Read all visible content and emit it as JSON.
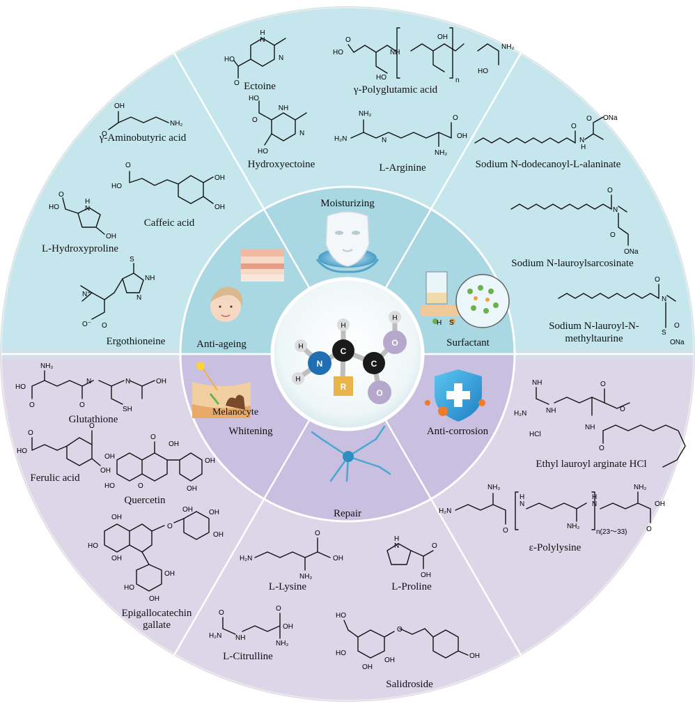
{
  "colors": {
    "top_bg": "#c5e6ec",
    "bottom_bg": "#ddd5e8",
    "inner_top": "#a9d8e2",
    "inner_bottom": "#c9bfe0",
    "divider": "#ffffff",
    "atom_N": "#1f6fb2",
    "atom_C": "#1a1a1a",
    "atom_O": "#b5a8cc",
    "atom_H": "#dcdcdc",
    "atom_R": "#e8b54a"
  },
  "center_atoms": {
    "N": "N",
    "C1": "C",
    "C2": "C",
    "O1": "O",
    "O2": "O",
    "H1": "H",
    "H2": "H",
    "H3": "H",
    "H4": "H",
    "R": "R"
  },
  "functions": {
    "moisturizing": "Moisturizing",
    "surfactant": "Surfactant",
    "anti_corrosion": "Anti-corrosion",
    "repair": "Repair",
    "whitening": "Whitening",
    "anti_ageing": "Anti-ageing",
    "melanocyte": "Melanocyte"
  },
  "compounds": {
    "ectoine": "Ectoine",
    "polyglutamic": "γ-Polyglutamic acid",
    "hydroxyectoine": "Hydroxyectoine",
    "arginine": "L-Arginine",
    "gaba": "γ-Aminobutyric acid",
    "caffeic": "Caffeic acid",
    "hydroxyproline": "L-Hydroxyproline",
    "ergothioneine": "Ergothioneine",
    "sodium_alaninate": "Sodium N-dodecanoyl-L-alaninate",
    "sodium_sarcosinate": "Sodium N-lauroylsarcosinate",
    "sodium_taurine_1": "Sodium N-lauroyl-N-",
    "sodium_taurine_2": "methyltaurine",
    "glutathione": "Glutathione",
    "ferulic": "Ferulic acid",
    "quercetin": "Quercetin",
    "egcg_1": "Epigallocatechin",
    "egcg_2": "gallate",
    "lysine": "L-Lysine",
    "proline": "L-Proline",
    "citrulline": "L-Citrulline",
    "salidroside": "Salidroside",
    "ethyl_lauroyl": "Ethyl lauroyl arginate HCl",
    "polylysine": "ε-Polylysine"
  },
  "atoms": {
    "HO": "HO",
    "OH": "OH",
    "O": "O",
    "N": "N",
    "H": "H",
    "NH": "NH",
    "NH2": "NH₂",
    "H2N": "H₂N",
    "S": "S",
    "SH": "SH",
    "ONa": "ONa",
    "SONa": "S",
    "HCl": "HCl",
    "Nplus": "N⁺",
    "Ominus": "O⁻",
    "n": "n",
    "n_range": "n(23～33)"
  }
}
